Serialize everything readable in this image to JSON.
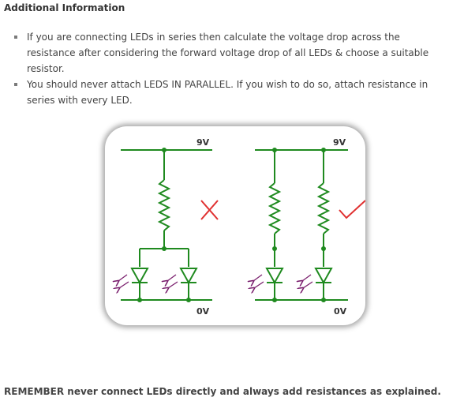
{
  "heading": "Additional Information",
  "bullets": [
    {
      "line1": "If you are connecting LEDs in series then calculate the voltage drop across the",
      "line2": "resistance after considering the forward voltage drop of all LEDs & choose a suitable",
      "line3": "resistor."
    },
    {
      "line1": "You should never attach LEDS IN PARALLEL. If you wish to do so, attach resistance in",
      "line2": "series with every LED."
    }
  ],
  "diagram": {
    "left_supply_label": "9V",
    "left_ground_label": "0V",
    "right_supply_label": "9V",
    "right_ground_label": "0V",
    "wire_color": "#1f8a1f",
    "led_arrow_color": "#7a1f6e",
    "wrong_mark_color": "#e03030",
    "right_mark_color": "#e03030"
  },
  "footer": "REMEMBER never connect LEDs directly and always add resistances as explained."
}
